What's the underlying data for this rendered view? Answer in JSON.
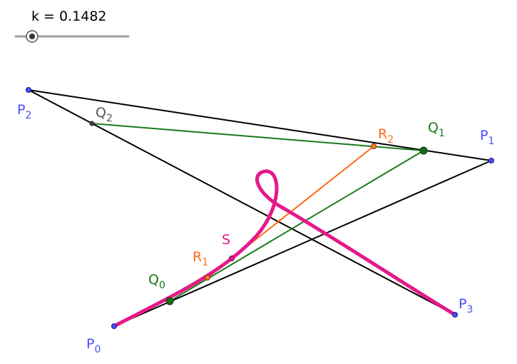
{
  "slider": {
    "name": "k",
    "value": "0.1482",
    "value_fraction": 0.1482
  },
  "colors": {
    "control_point": "#4a4aff",
    "control_polygon": "#000000",
    "first_level": "#1a7a1a",
    "second_level": "#ff6a1a",
    "curve": "#e5198a",
    "slider_track": "#9e9e9e"
  },
  "points": {
    "P0": {
      "name": "P",
      "sub": "0"
    },
    "P1": {
      "name": "P",
      "sub": "1"
    },
    "P2": {
      "name": "P",
      "sub": "2"
    },
    "P3": {
      "name": "P",
      "sub": "3"
    },
    "Q0": {
      "name": "Q",
      "sub": "0"
    },
    "Q1": {
      "name": "Q",
      "sub": "1"
    },
    "Q2": {
      "name": "Q",
      "sub": "2"
    },
    "R1": {
      "name": "R",
      "sub": "1"
    },
    "R2": {
      "name": "R",
      "sub": "2"
    },
    "S": {
      "name": "S",
      "sub": ""
    }
  }
}
